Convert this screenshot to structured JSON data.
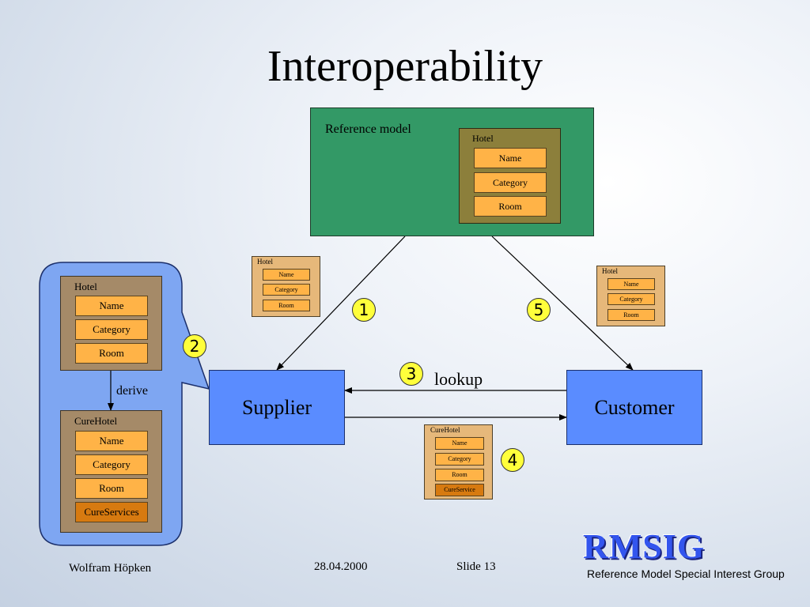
{
  "title": "Interoperability",
  "reference_model": {
    "label": "Reference model",
    "class_name": "Hotel",
    "fields": [
      "Name",
      "Category",
      "Room"
    ]
  },
  "supplier_schema_small": {
    "class_name": "Hotel",
    "fields": [
      "Name",
      "Category",
      "Room"
    ]
  },
  "customer_schema_small": {
    "class_name": "Hotel",
    "fields": [
      "Name",
      "Category",
      "Room"
    ]
  },
  "callout": {
    "hotel": {
      "class_name": "Hotel",
      "fields": [
        "Name",
        "Category",
        "Room"
      ]
    },
    "derive_label": "derive",
    "curehotel": {
      "class_name": "CureHotel",
      "fields": [
        "Name",
        "Category",
        "Room",
        "CureServices"
      ]
    }
  },
  "exchange_schema": {
    "class_name": "CureHotel",
    "fields": [
      "Name",
      "Category",
      "Room",
      "CureService"
    ]
  },
  "supplier_label": "Supplier",
  "customer_label": "Customer",
  "lookup_label": "lookup",
  "steps": [
    "1",
    "2",
    "3",
    "4",
    "5"
  ],
  "footer": {
    "author": "Wolfram Höpken",
    "date": "28.04.2000",
    "slide": "Slide 13"
  },
  "logo": {
    "text": "RMSIG",
    "subtitle": "Reference Model Special Interest Group"
  }
}
